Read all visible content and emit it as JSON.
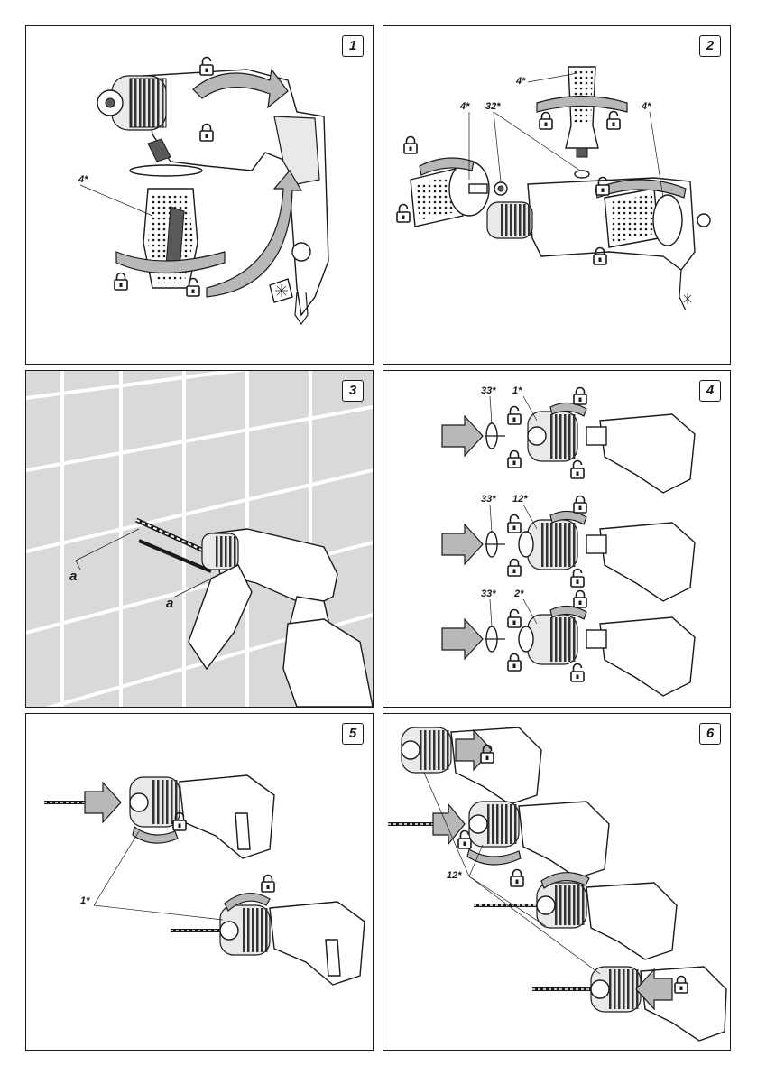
{
  "panels": [
    {
      "number": "1",
      "labels": [
        "4*"
      ]
    },
    {
      "number": "2",
      "labels": [
        "4*",
        "4*",
        "32*",
        "4*"
      ]
    },
    {
      "number": "3",
      "labels": [
        "a",
        "a"
      ]
    },
    {
      "number": "4",
      "labels": [
        "33*",
        "1*",
        "33*",
        "12*",
        "33*",
        "2*"
      ]
    },
    {
      "number": "5",
      "labels": [
        "1*"
      ]
    },
    {
      "number": "6",
      "labels": [
        "12*"
      ]
    }
  ],
  "icons": [
    "lock-open-icon",
    "lock-closed-icon",
    "curved-arrow-icon",
    "push-arrow-icon",
    "drill-icon"
  ]
}
